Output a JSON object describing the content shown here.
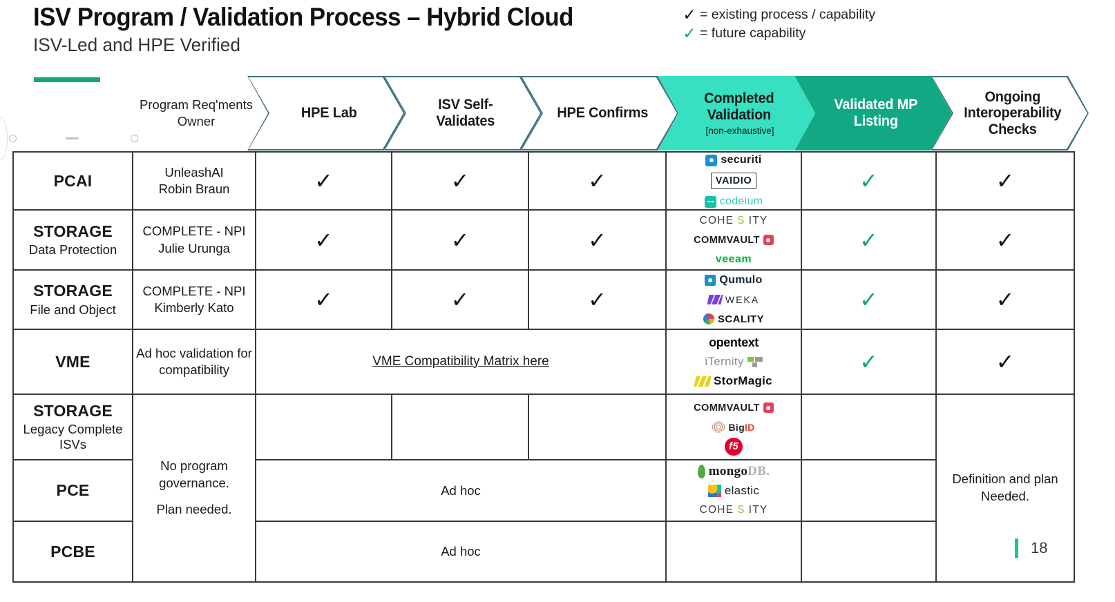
{
  "title": "ISV Program / Validation Process – Hybrid Cloud",
  "subtitle": "ISV-Led and HPE Verified",
  "legend": [
    {
      "icon": "check-icon",
      "color": "#111111",
      "text": "= existing process / capability"
    },
    {
      "icon": "check-icon",
      "color": "#16a37b",
      "text": "= future capability"
    }
  ],
  "header": {
    "owner_label": "Program Req'ments Owner",
    "chevrons": [
      {
        "label": "HPE Lab",
        "sublabel": "",
        "style": "outline"
      },
      {
        "label": "ISV Self-Validates",
        "sublabel": "",
        "style": "outline"
      },
      {
        "label": "HPE Confirms",
        "sublabel": "",
        "style": "outline"
      },
      {
        "label": "Completed Validation",
        "sublabel": "[non-exhaustive]",
        "style": "fill-light"
      },
      {
        "label": "Validated MP Listing",
        "sublabel": "",
        "style": "fill-dark"
      },
      {
        "label": "Ongoing Interoperability Checks",
        "sublabel": "",
        "style": "outline"
      }
    ]
  },
  "rows": [
    {
      "category": "PCAI",
      "category_sub": "",
      "owner": "UnleashAI\nRobin Braun",
      "hpe_lab": "check-black",
      "isv_self": "check-black",
      "hpe_confirms": "check-black",
      "logos": [
        "securiti",
        "VAIDIO",
        "codeium"
      ],
      "validated_mp": "check-green",
      "ongoing": "check-black"
    },
    {
      "category": "STORAGE",
      "category_sub": "Data Protection",
      "owner": "COMPLETE - NPI\nJulie Urunga",
      "hpe_lab": "check-black",
      "isv_self": "check-black",
      "hpe_confirms": "check-black",
      "logos": [
        "COHESITY",
        "COMMVAULT",
        "veeam"
      ],
      "validated_mp": "check-green",
      "ongoing": "check-black"
    },
    {
      "category": "STORAGE",
      "category_sub": "File and Object",
      "owner": "COMPLETE - NPI\nKimberly Kato",
      "hpe_lab": "check-black",
      "isv_self": "check-black",
      "hpe_confirms": "check-black",
      "logos": [
        "Qumulo",
        "WEKA",
        "SCALITY"
      ],
      "validated_mp": "check-green",
      "ongoing": "check-black"
    },
    {
      "category": "VME",
      "category_sub": "",
      "owner": "Ad hoc validation for compatibility",
      "merged_link": "VME Compatibility Matrix here",
      "logos": [
        "opentext",
        "iTernity",
        "StorMagic"
      ],
      "validated_mp": "check-green",
      "ongoing": "check-black"
    },
    {
      "category": "STORAGE",
      "category_sub": "Legacy Complete ISVs",
      "owner": "",
      "hpe_lab": "",
      "isv_self": "",
      "hpe_confirms": "",
      "logos": [
        "COMMVAULT",
        "BigID",
        "F5"
      ],
      "validated_mp": "",
      "ongoing": ""
    },
    {
      "category": "PCE",
      "category_sub": "",
      "owner": "",
      "merged_text": "Ad hoc",
      "logos": [
        "mongoDB",
        "elastic",
        "COHESITY"
      ],
      "validated_mp": "",
      "ongoing": ""
    },
    {
      "category": "PCBE",
      "category_sub": "",
      "owner": "",
      "merged_text": "Ad hoc",
      "logos": [],
      "validated_mp": "",
      "ongoing": ""
    }
  ],
  "merged": {
    "owner_note_line1": "No program",
    "owner_note_line2": "governance.",
    "owner_note_line3": "Plan needed.",
    "ongoing_note": "Definition and plan Needed."
  },
  "slide_number": "18",
  "colors": {
    "accent_green": "#14a77d",
    "chevron_light": "#37e0c0",
    "chevron_dark": "#12a884",
    "chevron_outline": "#3f6f7e",
    "check_green": "#14a37b",
    "check_black": "#141414",
    "grid_line": "#3a3a3a"
  }
}
